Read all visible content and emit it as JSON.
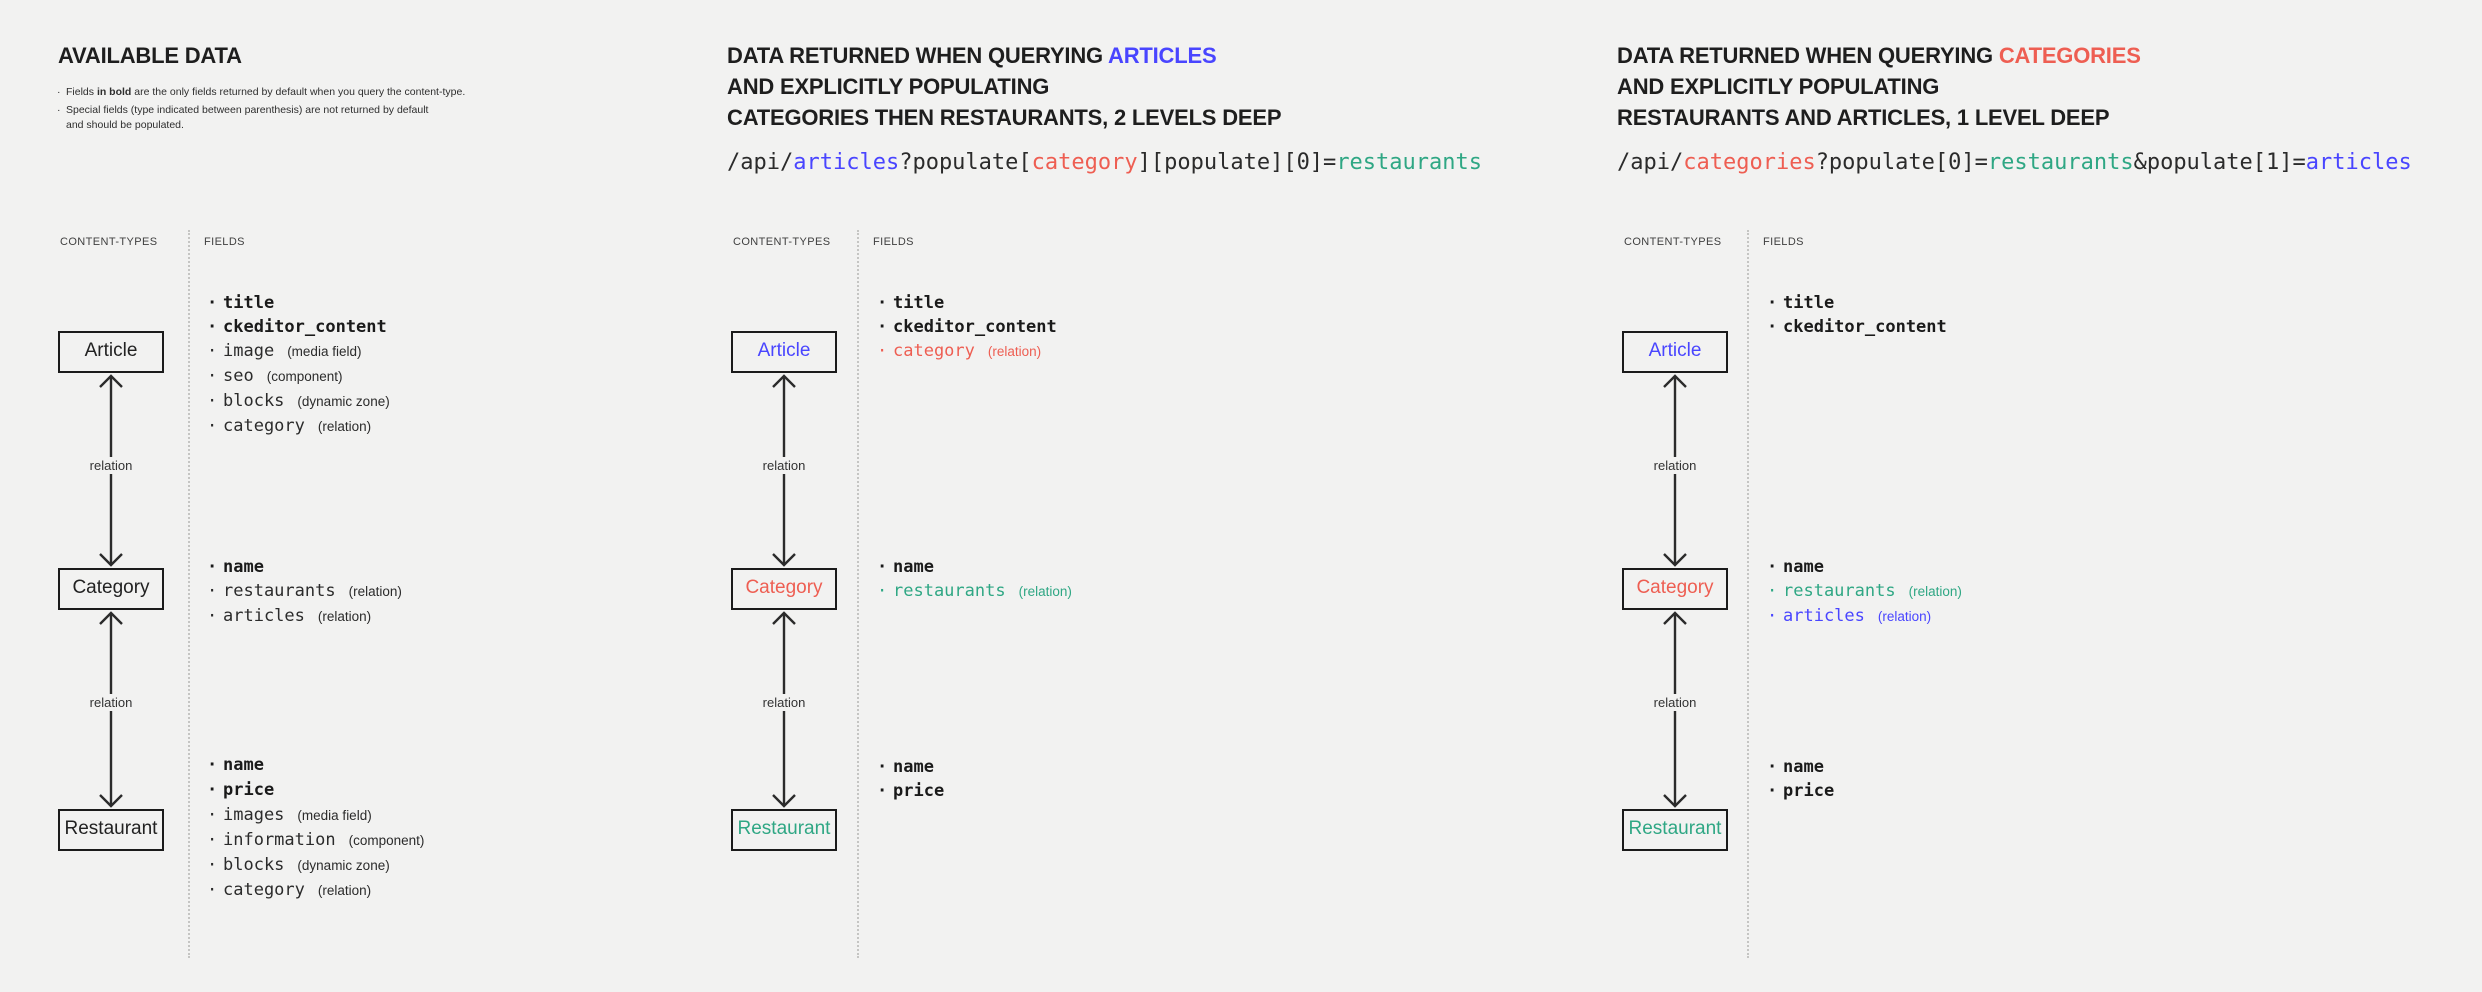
{
  "page": {
    "background": "#f2f2f1"
  },
  "colors": {
    "blue": "#4945ff",
    "red": "#ee5e52",
    "green": "#2fa784",
    "dark": "#1e1e1e"
  },
  "columns": [
    {
      "title": {
        "line1_prefix": "AVAILABLE DATA",
        "line1_highlight": "",
        "line2": "",
        "line3": ""
      },
      "notes": [
        {
          "pre": "Fields ",
          "bold": "in bold",
          "post": " are the only fields returned by default when you query the content-type."
        },
        {
          "text": "Special fields (type indicated between parenthesis) are not returned by default\nand should be populated."
        }
      ],
      "headers": {
        "content_types": "CONTENT-TYPES",
        "fields": "FIELDS"
      },
      "relation_label": "relation",
      "nodes": [
        {
          "label": "Article",
          "color": "dark",
          "fields": [
            {
              "name": "title",
              "bold": true,
              "color": "dark",
              "type": ""
            },
            {
              "name": "ckeditor_content",
              "bold": true,
              "color": "dark",
              "type": ""
            },
            {
              "name": "image",
              "bold": false,
              "color": "dark",
              "type": "(media field)"
            },
            {
              "name": "seo",
              "bold": false,
              "color": "dark",
              "type": "(component)"
            },
            {
              "name": "blocks",
              "bold": false,
              "color": "dark",
              "type": "(dynamic zone)"
            },
            {
              "name": "category",
              "bold": false,
              "color": "dark",
              "type": "(relation)"
            }
          ]
        },
        {
          "label": "Category",
          "color": "dark",
          "fields": [
            {
              "name": "name",
              "bold": true,
              "color": "dark",
              "type": ""
            },
            {
              "name": "restaurants",
              "bold": false,
              "color": "dark",
              "type": "(relation)"
            },
            {
              "name": "articles",
              "bold": false,
              "color": "dark",
              "type": "(relation)"
            }
          ]
        },
        {
          "label": "Restaurant",
          "color": "dark",
          "fields": [
            {
              "name": "name",
              "bold": true,
              "color": "dark",
              "type": ""
            },
            {
              "name": "price",
              "bold": true,
              "color": "dark",
              "type": ""
            },
            {
              "name": "images",
              "bold": false,
              "color": "dark",
              "type": "(media field)"
            },
            {
              "name": "information",
              "bold": false,
              "color": "dark",
              "type": "(component)"
            },
            {
              "name": "blocks",
              "bold": false,
              "color": "dark",
              "type": "(dynamic zone)"
            },
            {
              "name": "category",
              "bold": false,
              "color": "dark",
              "type": "(relation)"
            }
          ]
        }
      ]
    },
    {
      "title": {
        "line1_prefix": "DATA RETURNED WHEN QUERYING ",
        "line1_highlight": "ARTICLES",
        "line1_highlight_color": "blue",
        "line2": "AND EXPLICITLY POPULATING",
        "line3": "CATEGORIES THEN RESTAURANTS, 2 LEVELS DEEP"
      },
      "code": [
        {
          "text": "/api/",
          "color": "dark"
        },
        {
          "text": "articles",
          "color": "blue"
        },
        {
          "text": "?populate[",
          "color": "dark"
        },
        {
          "text": "category",
          "color": "red"
        },
        {
          "text": "][populate][0]=",
          "color": "dark"
        },
        {
          "text": "restaurants",
          "color": "green"
        }
      ],
      "headers": {
        "content_types": "CONTENT-TYPES",
        "fields": "FIELDS"
      },
      "relation_label": "relation",
      "nodes": [
        {
          "label": "Article",
          "color": "blue",
          "fields": [
            {
              "name": "title",
              "bold": true,
              "color": "dark",
              "type": ""
            },
            {
              "name": "ckeditor_content",
              "bold": true,
              "color": "dark",
              "type": ""
            },
            {
              "name": "category",
              "bold": false,
              "color": "red",
              "type": "(relation)"
            }
          ]
        },
        {
          "label": "Category",
          "color": "red",
          "fields": [
            {
              "name": "name",
              "bold": true,
              "color": "dark",
              "type": ""
            },
            {
              "name": "restaurants",
              "bold": false,
              "color": "green",
              "type": "(relation)"
            }
          ]
        },
        {
          "label": "Restaurant",
          "color": "green",
          "fields": [
            {
              "name": "name",
              "bold": true,
              "color": "dark",
              "type": ""
            },
            {
              "name": "price",
              "bold": true,
              "color": "dark",
              "type": ""
            }
          ]
        }
      ]
    },
    {
      "title": {
        "line1_prefix": "DATA RETURNED WHEN QUERYING ",
        "line1_highlight": "CATEGORIES",
        "line1_highlight_color": "red",
        "line2": "AND EXPLICITLY POPULATING",
        "line3": "RESTAURANTS AND ARTICLES, 1 LEVEL DEEP"
      },
      "code": [
        {
          "text": "/api/",
          "color": "dark"
        },
        {
          "text": "categories",
          "color": "red"
        },
        {
          "text": "?populate[0]=",
          "color": "dark"
        },
        {
          "text": "restaurants",
          "color": "green"
        },
        {
          "text": "&populate[1]=",
          "color": "dark"
        },
        {
          "text": "articles",
          "color": "blue"
        }
      ],
      "headers": {
        "content_types": "CONTENT-TYPES",
        "fields": "FIELDS"
      },
      "relation_label": "relation",
      "nodes": [
        {
          "label": "Article",
          "color": "blue",
          "fields": [
            {
              "name": "title",
              "bold": true,
              "color": "dark",
              "type": ""
            },
            {
              "name": "ckeditor_content",
              "bold": true,
              "color": "dark",
              "type": ""
            }
          ]
        },
        {
          "label": "Category",
          "color": "red",
          "fields": [
            {
              "name": "name",
              "bold": true,
              "color": "dark",
              "type": ""
            },
            {
              "name": "restaurants",
              "bold": false,
              "color": "green",
              "type": "(relation)"
            },
            {
              "name": "articles",
              "bold": false,
              "color": "blue",
              "type": "(relation)"
            }
          ]
        },
        {
          "label": "Restaurant",
          "color": "green",
          "fields": [
            {
              "name": "name",
              "bold": true,
              "color": "dark",
              "type": ""
            },
            {
              "name": "price",
              "bold": true,
              "color": "dark",
              "type": ""
            }
          ]
        }
      ]
    }
  ]
}
